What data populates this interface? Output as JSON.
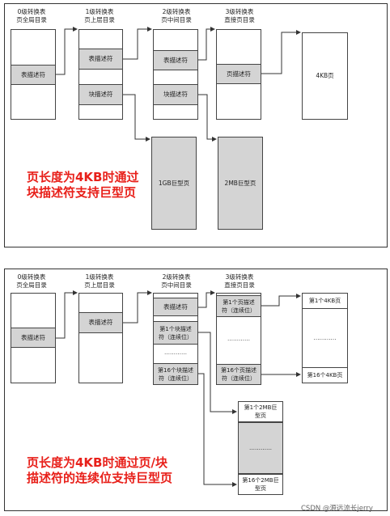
{
  "panel1": {
    "headers": [
      "0级转换表\n页全局目录",
      "1级转换表\n页上层目录",
      "2级转换表\n页中间目录",
      "3级转换表\n直接页目录"
    ],
    "cells": {
      "l0_desc": "表描述符",
      "l1_table": "表描述符",
      "l1_block": "块描述符",
      "l2_table": "表描述符",
      "l2_block": "块描述符",
      "l3_page": "页描述符"
    },
    "pages": {
      "p4kb": "4KB页",
      "p1gb": "1GB巨型页",
      "p2mb": "2MB巨型页"
    },
    "caption": [
      "页长度为4KB时通过",
      "块描述符支持巨型页"
    ]
  },
  "panel2": {
    "headers": [
      "0级转换表\n页全局目录",
      "1级转换表\n页上层目录",
      "2级转换表\n页中间目录",
      "3级转换表\n直接页目录"
    ],
    "cells": {
      "l0_desc": "表描述符",
      "l1_desc": "表描述符",
      "l2_table": "表描述符",
      "l2_first_block": "第1个块描述\n符（连续位）",
      "l2_dots": "…………",
      "l2_last_block": "第16个块描述\n符（连续位）",
      "l3_first_page": "第1个页描述\n符（连续位）",
      "l3_dots": "…………",
      "l3_last_page": "第16个页描述\n符（连续位）"
    },
    "pages": {
      "first_4kb": "第1个4KB页",
      "dots_4kb": "…………",
      "last_4kb": "第16个4KB页",
      "first_2mb": "第1个2MB巨\n型页",
      "dots_2mb": "…………",
      "last_2mb": "第16个2MB巨\n型页"
    },
    "caption": [
      "页长度为4KB时通过页/块",
      "描述符的连续位支持巨型页"
    ]
  },
  "footer": "CSDN @源远流长jerry"
}
